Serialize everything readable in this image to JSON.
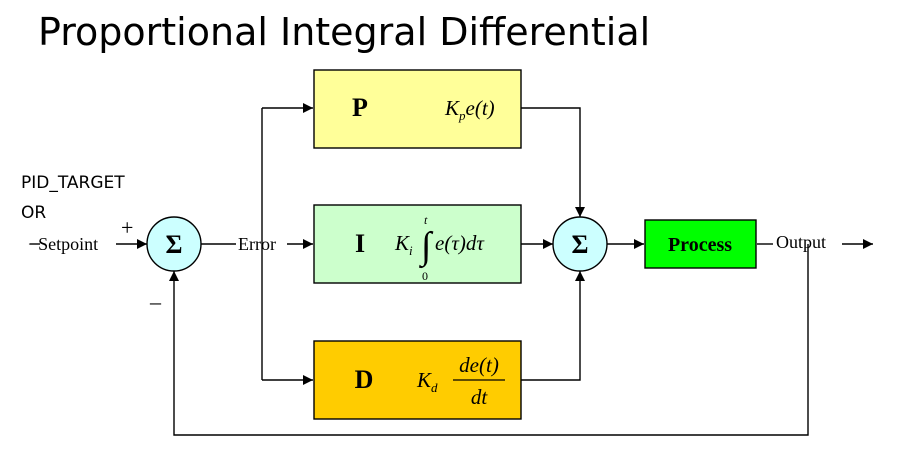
{
  "title": "Proportional Integral Differential",
  "side_note": [
    "PID_TARGET",
    "OR"
  ],
  "labels": {
    "setpoint": "Setpoint",
    "plus": "+",
    "minus": "–",
    "error": "Error",
    "output": "Output",
    "sigma": "Σ"
  },
  "blocks": {
    "p": {
      "letter": "P",
      "fill": "#ffff99"
    },
    "i": {
      "letter": "I",
      "fill": "#ccffcc"
    },
    "d": {
      "letter": "D",
      "fill": "#ffcc00"
    },
    "process": {
      "label": "Process",
      "fill": "#00ff00"
    }
  },
  "formula": {
    "kp_k": "K",
    "kp_sub": "p",
    "kp_rest": "e(t)",
    "ki_k": "K",
    "ki_sub": "i",
    "ki_rest": "e(τ)dτ",
    "int_upper": "t",
    "int_lower": "0",
    "kd_k": "K",
    "kd_sub": "d",
    "kd_num": "de(t)",
    "kd_den": "dt"
  },
  "colors": {
    "sum_fill": "#ccffff",
    "line": "#000000"
  }
}
